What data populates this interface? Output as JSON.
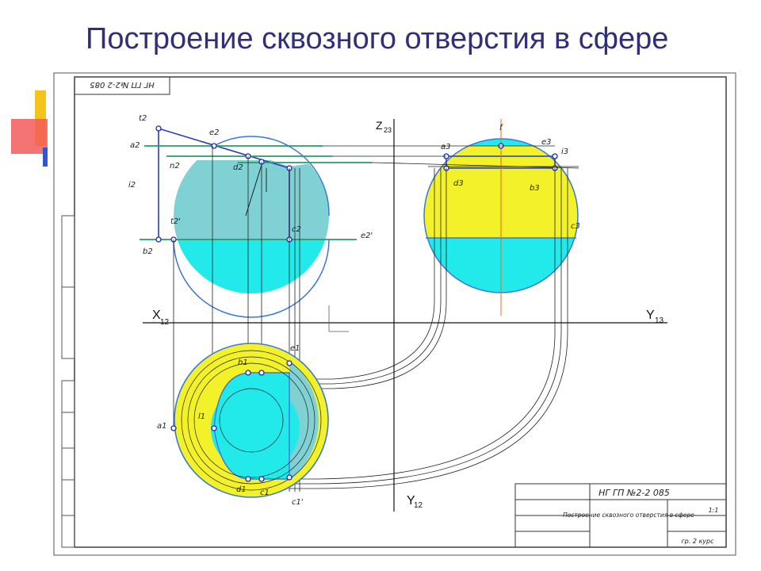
{
  "slide": {
    "title": "Построение сквозного отверстия в сфере"
  },
  "drawing": {
    "stamp_rotated": "НГ ГП №2-2  085",
    "axis_labels": {
      "z": "Z",
      "z_sub": "23",
      "x": "X",
      "x_sub": "12",
      "y_right": "Y",
      "y_right_sub": "13",
      "y_down": "Y",
      "y_down_sub": "12"
    },
    "point_labels": {
      "front": [
        "t2",
        "a2",
        "n2",
        "e2",
        "i2",
        "d2",
        "c2",
        "t2'",
        "b2",
        "e2'"
      ],
      "profile": [
        "f",
        "a3",
        "e3",
        "i3",
        "d3",
        "b3",
        "c3"
      ],
      "top": [
        "a1",
        "l1",
        "b1",
        "e1",
        "d1",
        "c1",
        "c1'"
      ]
    },
    "title_block": {
      "code": "НГ ГП №2-2  085",
      "name": "Построение сквозного отверстия в сфере",
      "sheet": "1:1",
      "group": "гр. 2 курс"
    },
    "colors": {
      "cyan": "#22eaea",
      "teal": "#7fd1d4",
      "yellow": "#f3f12a",
      "sphere_outline": "#3a7ad6",
      "green_line": "#2a9b6a",
      "blue_line": "#2a3fb8"
    }
  }
}
